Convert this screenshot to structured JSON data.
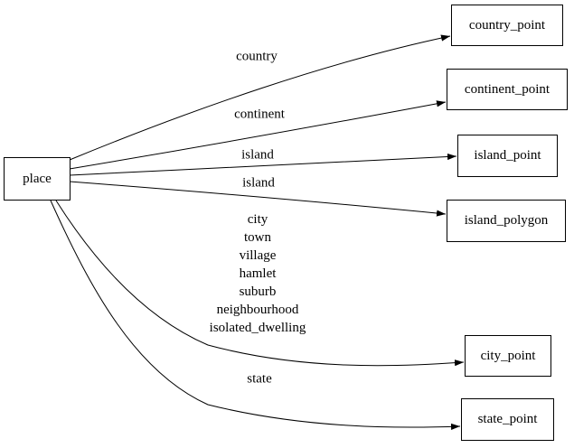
{
  "diagram": {
    "type": "directed-graph",
    "background_color": "#ffffff",
    "line_color": "#000000",
    "nodes": [
      {
        "id": "place",
        "label": "place"
      },
      {
        "id": "country_point",
        "label": "country_point"
      },
      {
        "id": "continent_point",
        "label": "continent_point"
      },
      {
        "id": "island_point",
        "label": "island_point"
      },
      {
        "id": "island_polygon",
        "label": "island_polygon"
      },
      {
        "id": "city_point",
        "label": "city_point"
      },
      {
        "id": "state_point",
        "label": "state_point"
      }
    ],
    "edges": [
      {
        "from": "place",
        "to": "country_point",
        "label": "country"
      },
      {
        "from": "place",
        "to": "continent_point",
        "label": "continent"
      },
      {
        "from": "place",
        "to": "island_point",
        "label": "island"
      },
      {
        "from": "place",
        "to": "island_polygon",
        "label": "island"
      },
      {
        "from": "place",
        "to": "city_point",
        "labels": [
          "city",
          "town",
          "village",
          "hamlet",
          "suburb",
          "neighbourhood",
          "isolated_dwelling"
        ]
      },
      {
        "from": "place",
        "to": "state_point",
        "label": "state"
      }
    ]
  }
}
